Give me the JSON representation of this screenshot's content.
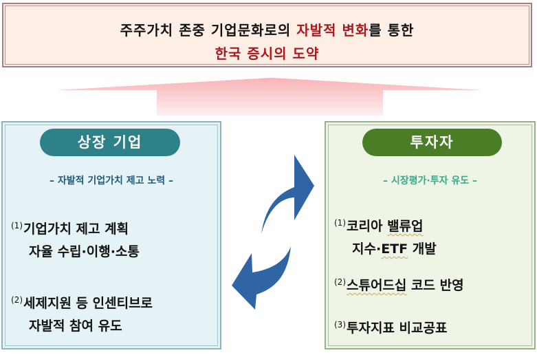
{
  "title": {
    "line1_prefix": "주주가치 존중 기업문화로의 ",
    "line1_highlight": "자발적 변화",
    "line1_suffix": "를 통한",
    "line2": "한국 증시의 도약"
  },
  "colors": {
    "title_bg": "#fdeee6",
    "title_border": "#a97c7e",
    "highlight_red": "#a8191e",
    "up_arrow_pink": "#f9b8bb",
    "cycle_arrow_blue": "#2f64a5",
    "left_panel_bg": "#e6f3f6",
    "left_pill": "#2e8189",
    "left_subtitle": "#1f5a7a",
    "right_panel_bg": "#eef5e6",
    "right_pill": "#4a7d26",
    "right_subtitle": "#3aa88a"
  },
  "left_panel": {
    "header": "상장 기업",
    "subtitle": "– 자발적 기업가치 제고 노력 –",
    "items": [
      {
        "num": "(1)",
        "line1": "기업가치 제고 계획",
        "line2": "자율 수립·이행·소통"
      },
      {
        "num": "(2)",
        "line1": "세제지원 등 인센티브로",
        "line2": "자발적 참여 유도"
      }
    ]
  },
  "right_panel": {
    "header": "투자자",
    "subtitle": "– 시장평가·투자 유도 –",
    "items": [
      {
        "num": "(1)",
        "line1_a": "코리아 ",
        "line1_b": "밸류업",
        "line2_a": "지수·",
        "line2_b": "ETF",
        "line2_c": " 개발"
      },
      {
        "num": "(2)",
        "line1_a": "스튜어드십",
        "line1_b": " 코드 반영"
      },
      {
        "num": "(3)",
        "line1": "투자지표 비교공표"
      }
    ]
  },
  "icons": {
    "upward_arrow": "wide-upward-arrow-icon",
    "cycle_arrows": "circular-exchange-arrows-icon"
  }
}
